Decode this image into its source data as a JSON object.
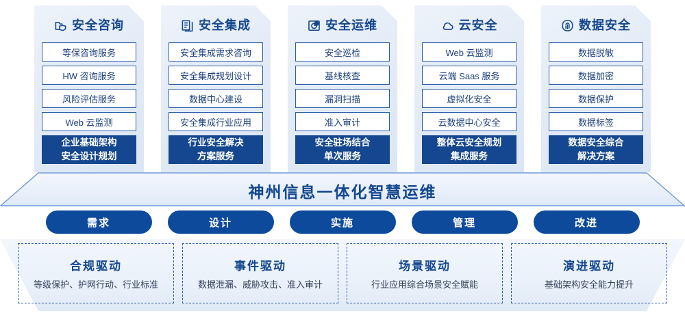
{
  "columns": [
    {
      "icon": "folder-shield-icon",
      "title": "安全咨询",
      "items": [
        "等保咨询服务",
        "HW 咨询服务",
        "风险评估服务",
        "Web 云监测"
      ],
      "footer": [
        "企业基础架构",
        "安全设计规划"
      ]
    },
    {
      "icon": "documents-stack-icon",
      "title": "安全集成",
      "items": [
        "安全集成需求咨询",
        "安全集成规划设计",
        "数据中心建设",
        "安全集成行业应用"
      ],
      "footer": [
        "行业安全解决",
        "方案服务"
      ]
    },
    {
      "icon": "monitor-chart-icon",
      "title": "安全运维",
      "items": [
        "安全巡检",
        "基线核查",
        "漏洞扫描",
        "准入审计"
      ],
      "footer": [
        "安全驻场结合",
        "单次服务"
      ]
    },
    {
      "icon": "cloud-icon",
      "title": "云安全",
      "items": [
        "Web 云监测",
        "云端 Saas 服务",
        "虚拟化安全",
        "云数据中心安全"
      ],
      "footer": [
        "整体云安全规划",
        "集成服务"
      ]
    },
    {
      "icon": "fingerprint-icon",
      "title": "数据安全",
      "items": [
        "数据脱敏",
        "数据加密",
        "数据保护",
        "数据标签"
      ],
      "footer": [
        "数据安全综合",
        "解决方案"
      ]
    }
  ],
  "banner": {
    "title": "神州信息一体化智慧运维"
  },
  "stages": [
    {
      "label": "需求"
    },
    {
      "label": "设计"
    },
    {
      "label": "实施"
    },
    {
      "label": "管理"
    },
    {
      "label": "改进"
    }
  ],
  "drivers": [
    {
      "title": "合规驱动",
      "sub": "等级保护、护网行动、行业标准"
    },
    {
      "title": "事件驱动",
      "sub": "数据泄漏、威胁攻击、准入审计"
    },
    {
      "title": "场景驱动",
      "sub": "行业应用综合场景安全赋能"
    },
    {
      "title": "演进驱动",
      "sub": "基础架构安全能力提升"
    }
  ],
  "colors": {
    "primary_dark_blue": "#14478f",
    "pill_blue": "#0e4a9c",
    "border_blue": "#2a5caa",
    "text_blue": "#1c3f7d",
    "panel_light": "#e4ecf7"
  }
}
